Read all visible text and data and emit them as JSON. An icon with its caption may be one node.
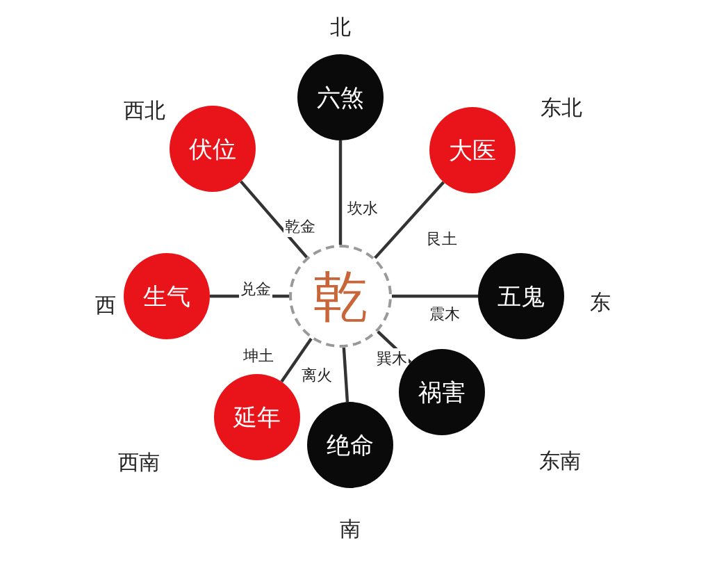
{
  "diagram": {
    "nodes": [
      {
        "text": [
          "乾"
        ]
      },
      {
        "text": [
          "六煞"
        ],
        "beside": [
          "北"
        ]
      },
      {
        "text": [
          "大医"
        ],
        "beside": [
          "东北"
        ]
      },
      {
        "text": [
          "五鬼"
        ],
        "beside": [
          "东"
        ]
      },
      {
        "text": [
          "祸害"
        ],
        "beside": [
          "东南"
        ]
      },
      {
        "text": [
          "绝命"
        ],
        "beside": [
          "南"
        ]
      },
      {
        "text": [
          "延年"
        ],
        "beside": [
          "西南"
        ]
      },
      {
        "text": [
          "生气"
        ],
        "beside": [
          "西"
        ]
      },
      {
        "text": [
          "伏位"
        ],
        "beside": [
          "西北"
        ]
      }
    ],
    "edges": [
      {
        "from": 0,
        "to": 1,
        "arrow": "none",
        "label": "坎水"
      },
      {
        "from": 0,
        "to": 2,
        "arrow": "none",
        "label": "艮土"
      },
      {
        "from": 0,
        "to": 3,
        "arrow": "none",
        "label": "震木"
      },
      {
        "from": 0,
        "to": 4,
        "arrow": "none",
        "label": "巽木"
      },
      {
        "from": 0,
        "to": 5,
        "arrow": "none",
        "label": "离火"
      },
      {
        "from": 0,
        "to": 6,
        "arrow": "none",
        "label": "坤土"
      },
      {
        "from": 0,
        "to": 7,
        "arrow": "none",
        "label": "兑金"
      },
      {
        "from": 0,
        "to": 8,
        "arrow": "none",
        "label": "乾金"
      }
    ]
  }
}
